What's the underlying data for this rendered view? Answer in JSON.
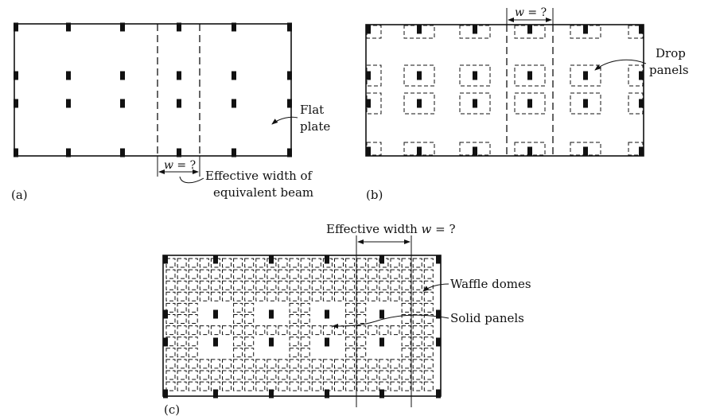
{
  "panel_a": {
    "tag": "(a)",
    "callout": [
      "Flat",
      "plate"
    ],
    "width_var": "w",
    "width_q": " = ?",
    "effective": [
      "Effective width of",
      "equivalent beam"
    ]
  },
  "panel_b": {
    "tag": "(b)",
    "width_var": "w",
    "width_q": " = ?",
    "callout": [
      "Drop",
      "panels"
    ]
  },
  "panel_c": {
    "tag": "(c)",
    "eff_text": "Effective width ",
    "width_var": "w",
    "width_q": " = ?",
    "waffle": "Waffle domes",
    "solid": "Solid panels"
  },
  "colors": {
    "ink": "#111111",
    "paper": "#ffffff"
  }
}
